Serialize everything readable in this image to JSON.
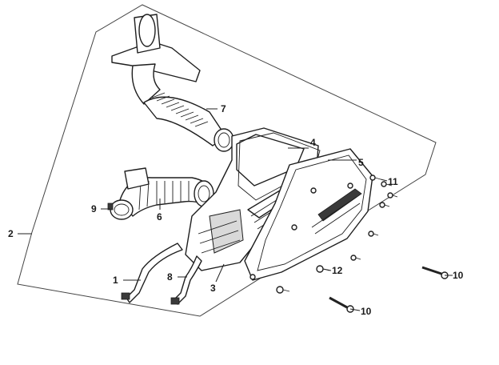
{
  "labels": {
    "p1": "1",
    "p2": "2",
    "p3": "3",
    "p4": "4",
    "p5": "5",
    "p6": "6",
    "p7": "7",
    "p8": "8",
    "p9": "9",
    "p10a": "10",
    "p10b": "10",
    "p11": "11",
    "p12": "12"
  }
}
